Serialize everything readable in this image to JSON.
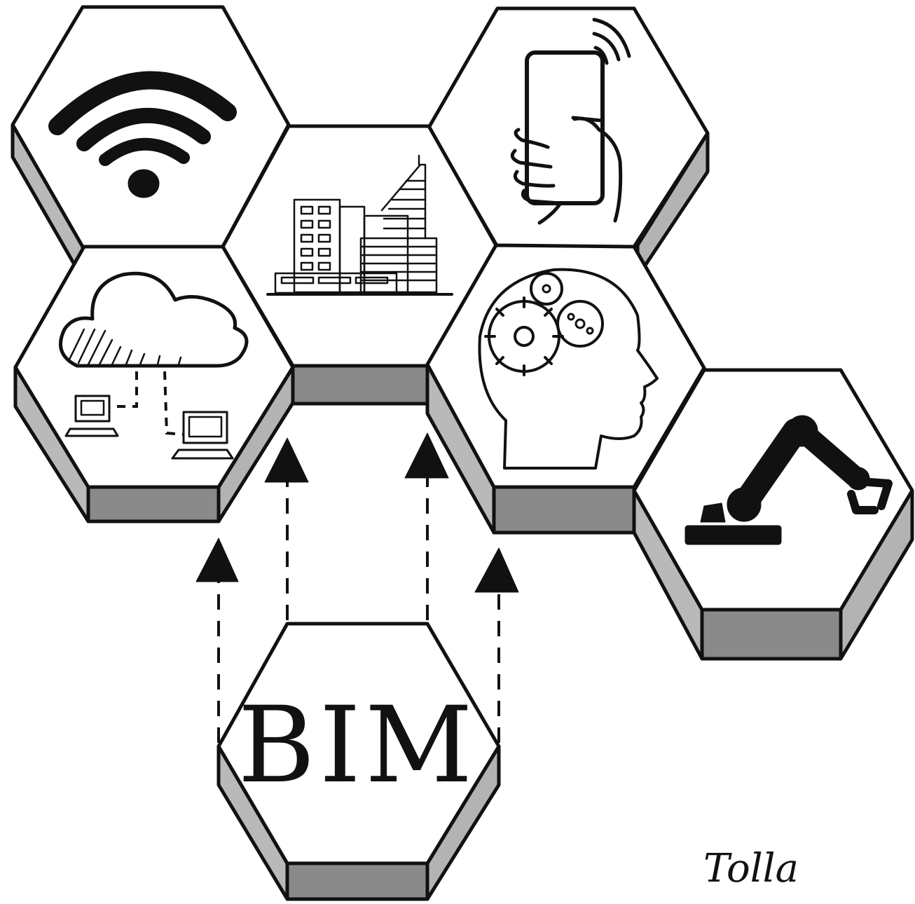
{
  "diagram": {
    "center_label": "BIM",
    "signature": "Tolla",
    "tiles": [
      {
        "id": "wifi",
        "icon": "wifi-icon"
      },
      {
        "id": "building",
        "icon": "building-icon"
      },
      {
        "id": "smartphone",
        "icon": "smartphone-in-hand-icon"
      },
      {
        "id": "cloud",
        "icon": "cloud-computing-icon"
      },
      {
        "id": "ai",
        "icon": "brain-gears-icon"
      },
      {
        "id": "robot",
        "icon": "robotic-arm-icon"
      }
    ],
    "arrows": 4
  },
  "colors": {
    "ink": "#111111",
    "top_face": "#ffffff",
    "side_light": "#b9b9b9",
    "side_dark": "#8a8a8a"
  }
}
